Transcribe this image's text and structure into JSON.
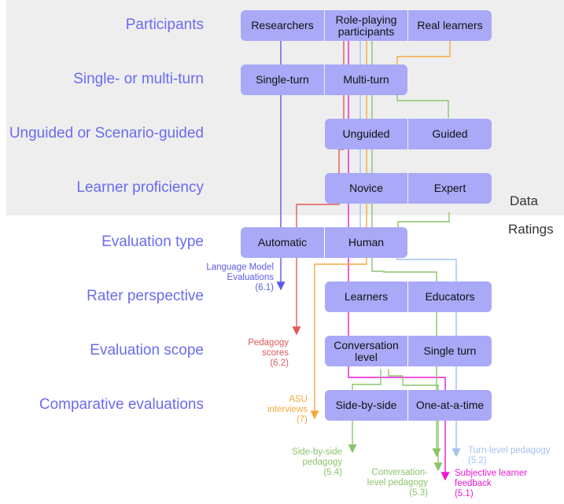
{
  "sections": {
    "data": "Data",
    "ratings": "Ratings"
  },
  "rows": {
    "participants": "Participants",
    "turns": "Single- or multi-turn",
    "guidance": "Unguided or Scenario-guided",
    "proficiency": "Learner proficiency",
    "eval_type": "Evaluation type",
    "rater": "Rater perspective",
    "scope": "Evaluation scope",
    "comparative": "Comparative evaluations"
  },
  "options": {
    "researchers": "Researchers",
    "role_playing_1": "Role-playing",
    "role_playing_2": "participants",
    "real_learners": "Real learners",
    "single_turn": "Single-turn",
    "multi_turn": "Multi-turn",
    "unguided": "Unguided",
    "guided": "Guided",
    "novice": "Novice",
    "expert": "Expert",
    "automatic": "Automatic",
    "human": "Human",
    "learners": "Learners",
    "educators": "Educators",
    "conversation_1": "Conversation",
    "conversation_2": "level",
    "single_turn_scope": "Single turn",
    "side_by_side": "Side-by-side",
    "one_at_a_time": "One-at-a-time"
  },
  "outcomes": {
    "lm_eval": {
      "l1": "Language Model",
      "l2": "Evaluations",
      "l3": "(6.1)"
    },
    "pedagogy": {
      "l1": "Pedagogy",
      "l2": "scores",
      "l3": "(6.2)"
    },
    "asu": {
      "l1": "ASU",
      "l2": "interviews",
      "l3": "(7)"
    },
    "sbs": {
      "l1": "Side-by-side",
      "l2": "pedagogy",
      "l3": "(5.4)"
    },
    "conv_ped": {
      "l1": "Conversation-",
      "l2": "level pedagogy",
      "l3": "(5.3)"
    },
    "subjective": {
      "l1": "Subjective learner",
      "l2": "feedback",
      "l3": "(5.1)"
    },
    "turn_ped": {
      "l1": "Turn-level pedagogy",
      "l2": "(5.2)"
    }
  },
  "colors": {
    "box": "#a9a9f7",
    "label": "#6b6bf0",
    "blue": "#5b5be8",
    "red": "#e05a5a",
    "magenta": "#e81ad4",
    "lightblue": "#a4c2f0",
    "green": "#8cc46a",
    "orange": "#f5a840"
  }
}
